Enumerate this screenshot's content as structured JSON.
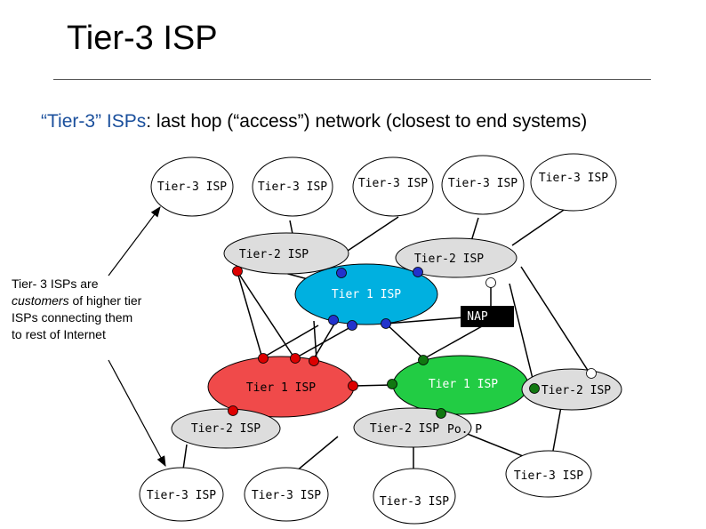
{
  "title": "Tier-3 ISP",
  "subtitle": {
    "quote_part": "“Tier-3” ISPs",
    "rest": ": last hop (“access”) network (closest to end systems)"
  },
  "side_note": {
    "prefix": "Tier- 3 ISPs are ",
    "emphasis": "customers",
    "suffix": " of higher tier ISPs connecting them to rest of Internet"
  },
  "labels": {
    "t3_top_1": "Tier-3 ISP",
    "t3_top_2": "Tier-3 ISP",
    "t3_top_3": "Tier-3 ISP",
    "t3_top_4": "Tier-3 ISP",
    "t3_top_5": "Tier-3 ISP",
    "t2_left": "Tier-2 ISP",
    "t2_right": "Tier-2 ISP",
    "t1_blue": "Tier 1 ISP",
    "nap": "NAP",
    "t1_red": "Tier 1 ISP",
    "t1_green": "Tier 1 ISP",
    "t2_far_right": "Tier-2 ISP",
    "t2_bottom_left": "Tier-2 ISP",
    "t2_bottom_mid": "Tier-2 ISP",
    "pop": "Po. P",
    "t3_bottom_right": "Tier-3 ISP",
    "t3_bottom_1": "Tier-3 ISP",
    "t3_bottom_2": "Tier-3 ISP",
    "t3_bottom_3": "Tier-3 ISP"
  },
  "colors": {
    "tier3_fill": "#ffffff",
    "tier2_fill": "#dddddd",
    "tier1_blue": "#00b0e0",
    "tier1_red": "#f04a4a",
    "tier1_green": "#22cc44",
    "router_red": "#dd0000",
    "router_blue": "#2233cc",
    "router_green": "#117711",
    "nap_fill": "#000000"
  }
}
